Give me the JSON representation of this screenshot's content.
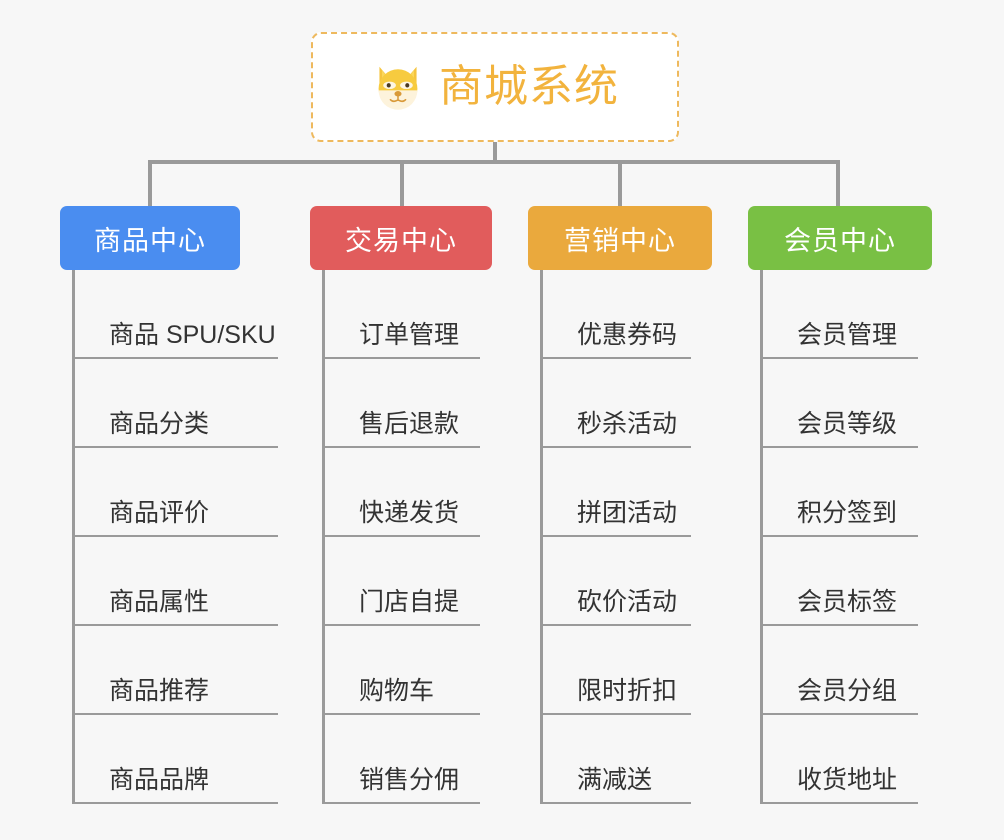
{
  "root": {
    "title": "商城系统",
    "icon": "dog-face-emoji",
    "border_color": "#eeb95e",
    "text_color": "#f2b33d"
  },
  "background_color": "#f7f7f7",
  "connector_color": "#9a9a9a",
  "columns": [
    {
      "id": "product-center",
      "header": "商品中心",
      "color": "#4a8df0",
      "items": [
        "商品 SPU/SKU",
        "商品分类",
        "商品评价",
        "商品属性",
        "商品推荐",
        "商品品牌"
      ]
    },
    {
      "id": "trade-center",
      "header": "交易中心",
      "color": "#e15c5c",
      "items": [
        "订单管理",
        "售后退款",
        "快递发货",
        "门店自提",
        "购物车",
        "销售分佣"
      ]
    },
    {
      "id": "marketing-center",
      "header": "营销中心",
      "color": "#eaa93d",
      "items": [
        "优惠券码",
        "秒杀活动",
        "拼团活动",
        "砍价活动",
        "限时折扣",
        "满减送"
      ]
    },
    {
      "id": "member-center",
      "header": "会员中心",
      "color": "#79c044",
      "items": [
        "会员管理",
        "会员等级",
        "积分签到",
        "会员标签",
        "会员分组",
        "收货地址"
      ]
    }
  ]
}
